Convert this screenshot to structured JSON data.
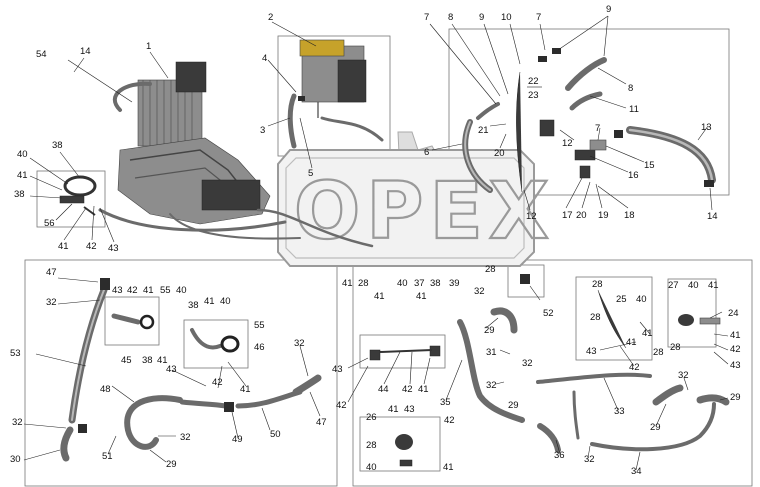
{
  "watermark": {
    "text": "OPEX"
  },
  "colors": {
    "line": "#222222",
    "hose": "#6b6b6b",
    "clamp": "#2c2c2c",
    "frame": "#777777",
    "watermark": "#9a9a9a"
  },
  "callouts": [
    "1",
    "2",
    "3",
    "4",
    "5",
    "6",
    "7",
    "8",
    "9",
    "10",
    "11",
    "12",
    "13",
    "14",
    "15",
    "16",
    "17",
    "18",
    "19",
    "20",
    "21",
    "22",
    "23",
    "24",
    "25",
    "26",
    "27",
    "28",
    "29",
    "30",
    "31",
    "32",
    "33",
    "34",
    "35",
    "36",
    "37",
    "38",
    "39",
    "40",
    "41",
    "42",
    "43",
    "44",
    "45",
    "46",
    "47",
    "48",
    "49",
    "50",
    "51",
    "52",
    "53",
    "54",
    "55",
    "56"
  ]
}
